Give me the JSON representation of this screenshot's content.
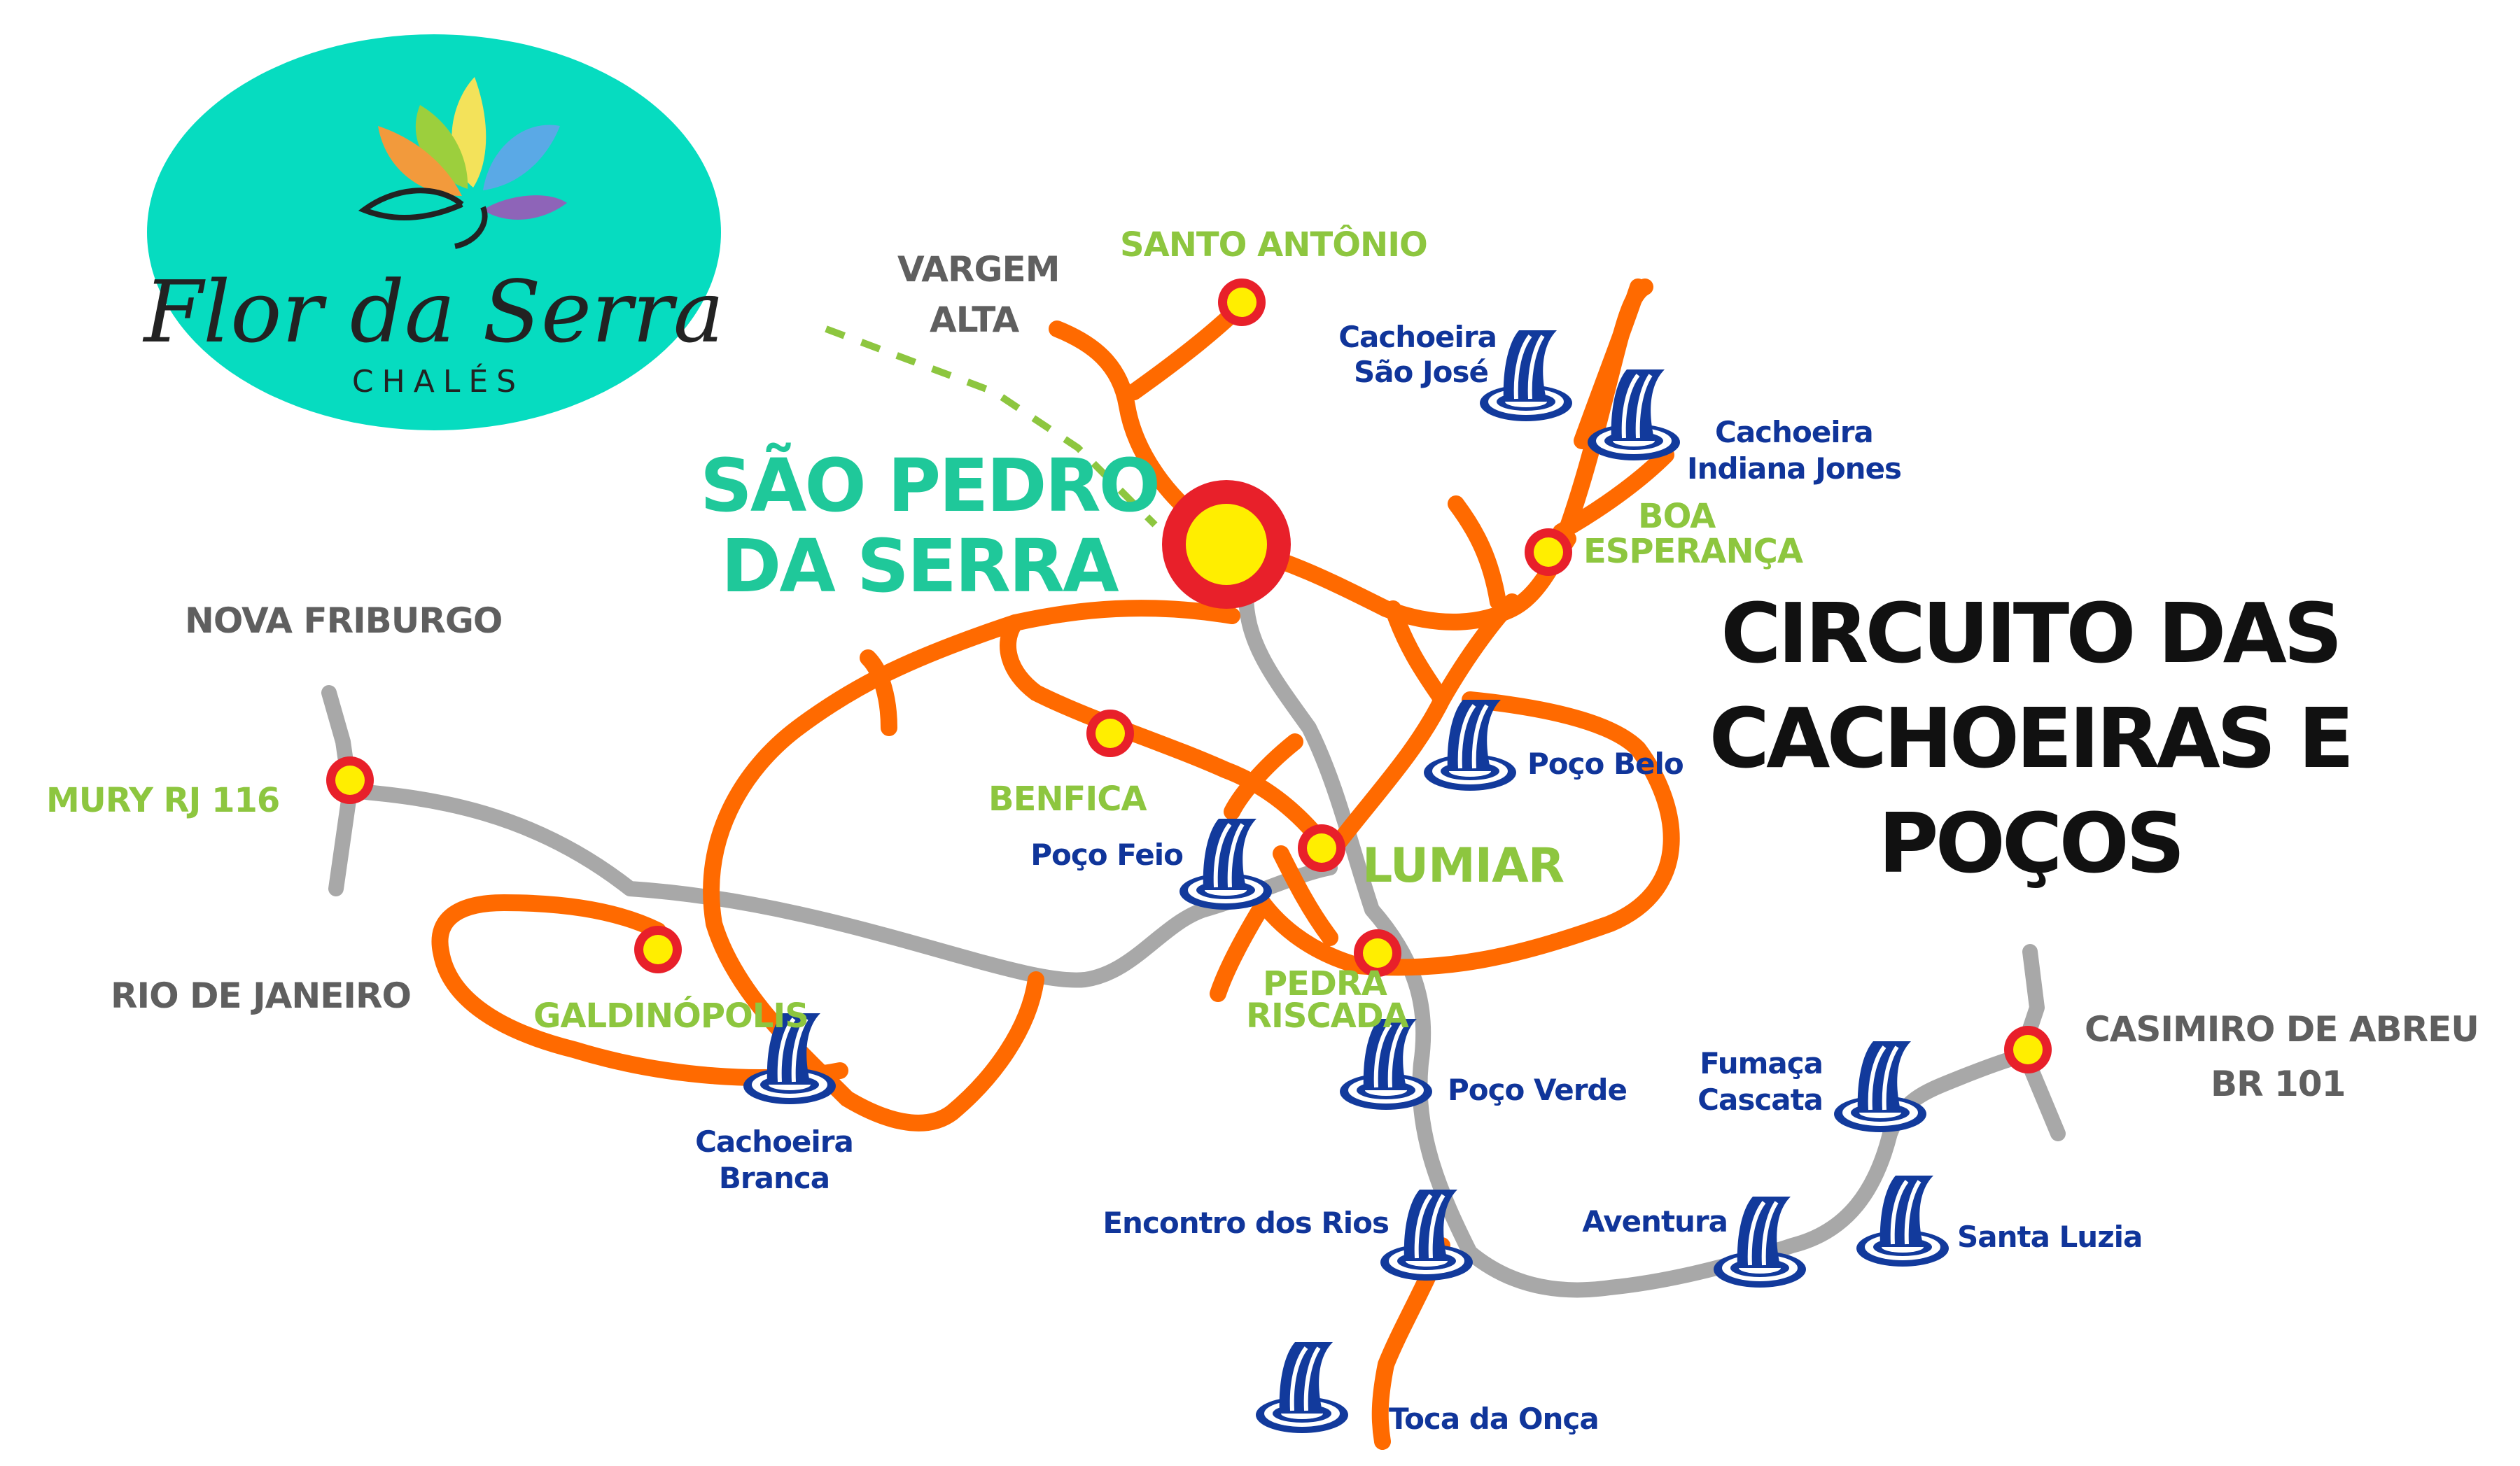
{
  "brand": {
    "name": "Flor da Serra",
    "subtitle": "CHALÉS",
    "colors": {
      "ellipse": "#06dcc0",
      "text": "#222222",
      "petal_yellow": "#f3e25a",
      "petal_green": "#9ccf3d",
      "petal_orange": "#f29a3c",
      "petal_blue": "#5aa9e6",
      "petal_purple": "#8e64b8"
    }
  },
  "title": {
    "line1": "CIRCUITO DAS",
    "line2": "CACHOEIRAS E",
    "line3": "POÇOS"
  },
  "towns": {
    "sao_pedro": {
      "line1": "SÃO PEDRO",
      "line2": "DA SERRA"
    },
    "santo_antonio": "SANTO ANTÔNIO",
    "vargem_alta": {
      "line1": "VARGEM",
      "line2": "ALTA"
    },
    "nova_friburgo": "NOVA FRIBURGO",
    "mury": "MURY RJ 116",
    "rio_de_janeiro": "RIO DE JANEIRO",
    "galdinopolis": "GALDINÓPOLIS",
    "benfica": "BENFICA",
    "lumiar": "LUMIAR",
    "pedra_riscada": {
      "line1": "PEDRA",
      "line2": "RISCADA"
    },
    "boa_esperanca": {
      "line1": "BOA",
      "line2": "ESPERANÇA"
    },
    "casimiro": {
      "line1": "CASIMIRO DE ABREU",
      "line2": "BR 101"
    }
  },
  "waterfalls": {
    "sao_jose": {
      "line1": "Cachoeira",
      "line2": "São José"
    },
    "indiana_jones": {
      "line1": "Cachoeira",
      "line2": "Indiana Jones"
    },
    "poco_belo": "Poço Belo",
    "poco_feio": "Poço Feio",
    "cachoeira_branca": {
      "line1": "Cachoeira",
      "line2": "Branca"
    },
    "poco_verde": "Poço Verde",
    "fumaca_cascata": {
      "line1": "Fumaça",
      "line2": "Cascata"
    },
    "encontro_dos_rios": "Encontro dos Rios",
    "aventura": "Aventura",
    "santa_luzia": "Santa Luzia",
    "toca_da_onca": "Toca da Onça"
  },
  "colors": {
    "main_road": "#a8a8a8",
    "local_road": "#ff6a00",
    "trail": "#8dc63f",
    "town_marker_ring": "#e8202a",
    "town_marker_center": "#ffee00",
    "waterfall_icon": "#123a9c"
  },
  "icons": {
    "town": "town-marker-icon",
    "waterfall": "waterfall-icon"
  }
}
